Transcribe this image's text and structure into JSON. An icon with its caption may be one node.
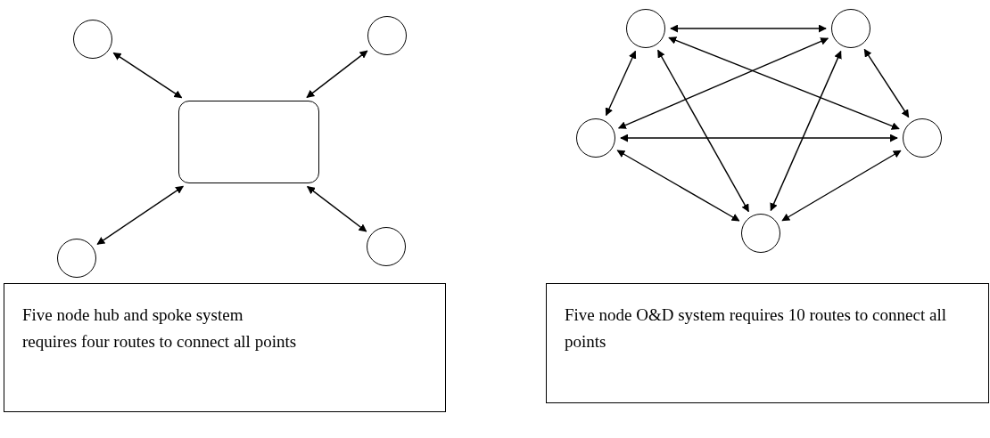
{
  "diagram": {
    "nodes": [
      {
        "text": [],
        "shape": "circle"
      },
      {
        "text": [],
        "shape": "circle"
      },
      {
        "text": [],
        "shape": "box"
      },
      {
        "text": [],
        "shape": "circle"
      },
      {
        "text": [],
        "shape": "circle"
      },
      {
        "text": [
          "Five node hub and spoke system requires four routes to connect all points"
        ]
      },
      {
        "text": [],
        "shape": "circle"
      },
      {
        "text": [],
        "shape": "circle"
      },
      {
        "text": [],
        "shape": "circle"
      },
      {
        "text": [],
        "shape": "circle"
      },
      {
        "text": [],
        "shape": "circle"
      },
      {
        "text": [
          "Five node O&D system requires 10 routes to connect all points"
        ]
      }
    ],
    "edges": [
      {
        "from": 0,
        "to": 2,
        "arrow": "both"
      },
      {
        "from": 1,
        "to": 2,
        "arrow": "both"
      },
      {
        "from": 3,
        "to": 2,
        "arrow": "both"
      },
      {
        "from": 4,
        "to": 2,
        "arrow": "both"
      },
      {
        "from": 6,
        "to": 7,
        "arrow": "both"
      },
      {
        "from": 6,
        "to": 8,
        "arrow": "both"
      },
      {
        "from": 6,
        "to": 9,
        "arrow": "both"
      },
      {
        "from": 6,
        "to": 10,
        "arrow": "both"
      },
      {
        "from": 7,
        "to": 8,
        "arrow": "both"
      },
      {
        "from": 7,
        "to": 9,
        "arrow": "both"
      },
      {
        "from": 7,
        "to": 10,
        "arrow": "both"
      },
      {
        "from": 8,
        "to": 9,
        "arrow": "both"
      },
      {
        "from": 8,
        "to": 10,
        "arrow": "both"
      },
      {
        "from": 9,
        "to": 10,
        "arrow": "both"
      }
    ]
  }
}
